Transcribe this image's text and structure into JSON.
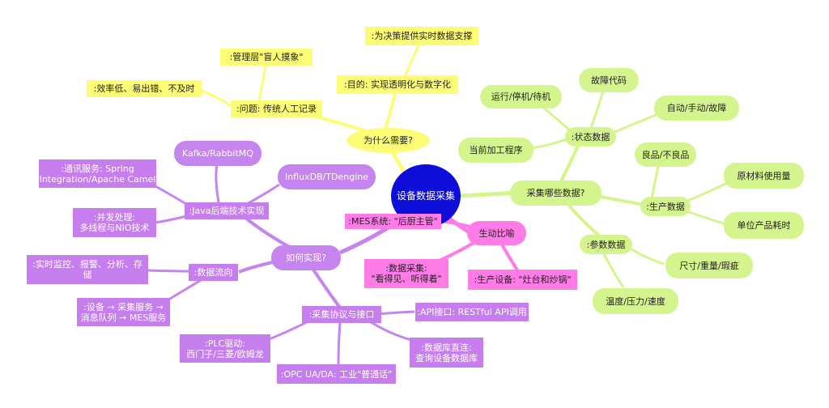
{
  "center": "设备数据采集",
  "why": {
    "label": "为什么需要?",
    "problem": ":问题: 传统人工记录",
    "problem_a": ":效率低、易出错、不及时",
    "problem_b": ":管理层\"盲人摸象\"",
    "goal": ":目的: 实现透明化与数字化",
    "goal_a": ":为决策提供实时数据支撑"
  },
  "what": {
    "label": "采集哪些数据?",
    "status": ":状态数据",
    "status_items": [
      "运行/停机/待机",
      "故障代码",
      "自动/手动/故障",
      "当前加工程序"
    ],
    "production": ":生产数据",
    "production_items": [
      "良品/不良品",
      "原材料使用量",
      "单位产品耗时"
    ],
    "params": ":参数数据",
    "params_items": [
      "尺寸/重量/瑕疵",
      "温度/压力/速度"
    ]
  },
  "analogy": {
    "label": "生动比喻",
    "mes": ":MES系统: \"后厨主管\"",
    "acquisition": ":数据采集:\n\"看得见、听得着\"",
    "equipment": ":生产设备: \"灶台和炒锅\""
  },
  "how": {
    "label": "如何实现?",
    "java": ":Java后端技术实现",
    "java_items": [
      "Kafka/RabbitMQ",
      "InfluxDB/TDengine"
    ],
    "comm": ":通讯服务: Spring\nIntegration/Apache Camel",
    "concurrency": ":并发处理:\n多线程与NIO技术",
    "flow": ":数据流向",
    "flow_a": ":实时监控、报警、分析、存\n储",
    "flow_b": ":设备 → 采集服务 →\n消息队列 → MES服务",
    "protocol": ":采集协议与接口",
    "api": ":API接口: RESTful API调用",
    "db": ":数据库直连:\n查询设备数据库",
    "opc": ":OPC UA/DA: 工业\"普通话\"",
    "plc": ":PLC驱动:\n西门子/三菱/欧姆龙"
  },
  "colors": {
    "yellow": "#fdfd75",
    "green": "#d4f58d",
    "purple": "#c584ee",
    "magenta": "#ff7ce8",
    "center": "#0e0edb"
  }
}
